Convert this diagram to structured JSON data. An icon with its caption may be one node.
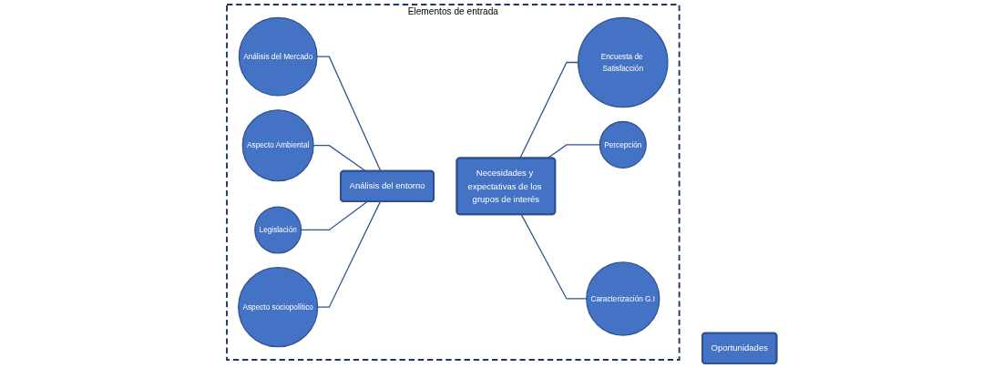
{
  "diagram": {
    "nodes": [
      {
        "text": [
          "Elementos de entrada"
        ]
      },
      {
        "text": [
          "Análisis del Mercado"
        ],
        "in": 0
      },
      {
        "text": [
          "Aspecto Ambiental"
        ],
        "in": 0
      },
      {
        "text": [
          "Legislación"
        ],
        "in": 0
      },
      {
        "text": [
          "Aspecto sociopolítico"
        ],
        "in": 0
      },
      {
        "text": [
          "Análisis del entorno"
        ],
        "in": 0
      },
      {
        "text": [
          "Necesidades y expectativas de los grupos de interés"
        ],
        "in": 0
      },
      {
        "text": [
          "Encuesta de Satisfacción"
        ],
        "in": 0
      },
      {
        "text": [
          "Percepción"
        ],
        "in": 0
      },
      {
        "text": [
          "Caracterización G.I"
        ],
        "in": 0
      },
      {
        "text": [
          "Oportunidades"
        ]
      }
    ],
    "edges": [
      {
        "from": 1,
        "to": 5,
        "arrow": "none"
      },
      {
        "from": 2,
        "to": 5,
        "arrow": "none"
      },
      {
        "from": 3,
        "to": 5,
        "arrow": "none"
      },
      {
        "from": 4,
        "to": 5,
        "arrow": "none"
      },
      {
        "from": 7,
        "to": 6,
        "arrow": "none"
      },
      {
        "from": 8,
        "to": 6,
        "arrow": "none"
      },
      {
        "from": 9,
        "to": 6,
        "arrow": "none"
      }
    ]
  }
}
